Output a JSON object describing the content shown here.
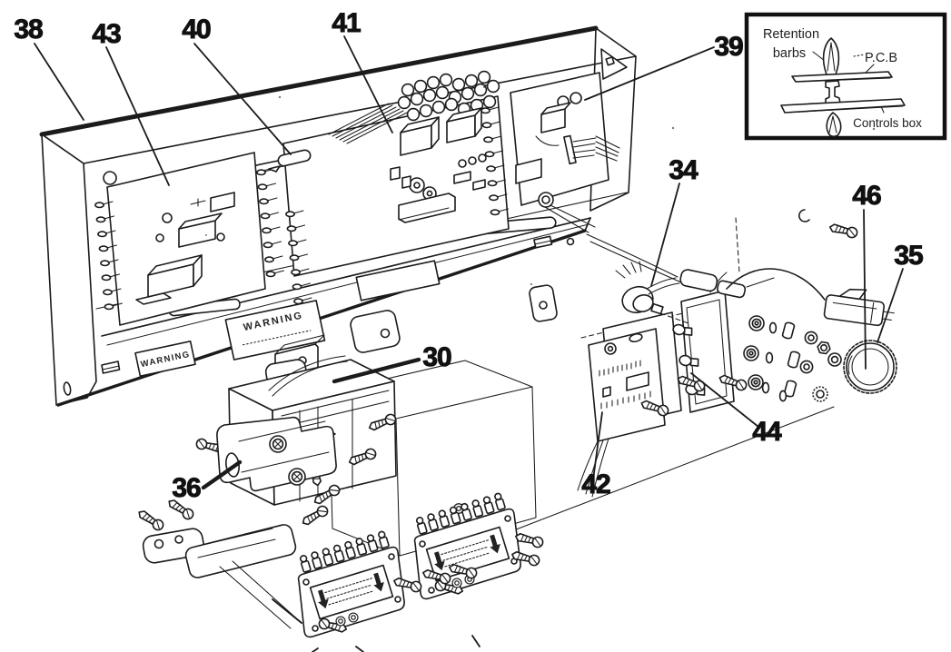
{
  "colors": {
    "background": "#ffffff",
    "ink": "#1b1b1b"
  },
  "inset": {
    "retention": "Retention",
    "barbs": "barbs",
    "pcb": "P.C.B",
    "controls_box": "Controls box"
  },
  "warnings": {
    "small": "WARNING",
    "large": "WARNING"
  },
  "callouts": {
    "c30": {
      "label": "30"
    },
    "c34": {
      "label": "34"
    },
    "c35": {
      "label": "35"
    },
    "c36": {
      "label": "36"
    },
    "c38": {
      "label": "38"
    },
    "c39": {
      "label": "39"
    },
    "c40": {
      "label": "40"
    },
    "c41": {
      "label": "41"
    },
    "c42": {
      "label": "42"
    },
    "c43": {
      "label": "43"
    },
    "c44": {
      "label": "44"
    },
    "c46": {
      "label": "46"
    }
  }
}
